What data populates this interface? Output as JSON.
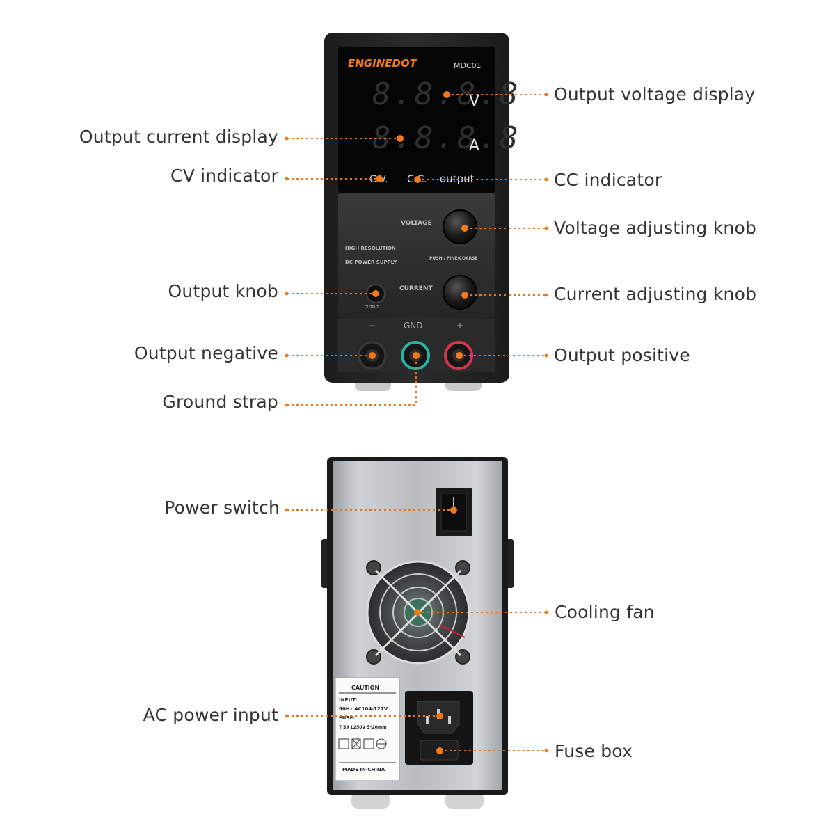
{
  "front": {
    "brand": "ENGINEDOT",
    "model": "MDC01",
    "voltage_display": "8.8.8.8",
    "current_display": "8.8.8.8",
    "voltage_unit": "V",
    "current_unit": "A",
    "cv_label": "C.V.",
    "cc_label": "C.C.",
    "output_label": "output",
    "voltage_knob_label": "VOLTAGE",
    "current_knob_label": "CURRENT",
    "panel_text_1": "HIGH RESOLUTION",
    "panel_text_2": "DC POWER SUPPLY",
    "panel_text_3": "PUSH / FINE/COARSE",
    "output_knob_label": "OUTPUT",
    "terminal_negative": "−",
    "terminal_ground": "GND",
    "terminal_positive": "+"
  },
  "back": {
    "caution_title": "CAUTION",
    "input_label": "INPUT:",
    "input_spec": "60Hz  AC104-127V",
    "fuse_label": "FUSE:",
    "fuse_spec": "T 5A  L250V 5*20mm",
    "made_in": "MADE IN CHINA"
  },
  "labels": {
    "output_voltage_display": "Output voltage display",
    "output_current_display": "Output current display",
    "cv_indicator": "CV indicator",
    "cc_indicator": "CC indicator",
    "voltage_adjusting_knob": "Voltage adjusting knob",
    "output_knob": "Output knob",
    "current_adjusting_knob": "Current adjusting knob",
    "output_negative": "Output negative",
    "output_positive": "Output positive",
    "ground_strap": "Ground strap",
    "power_switch": "Power switch",
    "cooling_fan": "Cooling fan",
    "ac_power_input": "AC power input",
    "fuse_box": "Fuse box"
  },
  "colors": {
    "accent": "#f07a1a",
    "led": "#3a3a3a",
    "brand": "#f07a1a",
    "ground_ring": "#2ab3a3",
    "positive_ring": "#d8344a"
  }
}
